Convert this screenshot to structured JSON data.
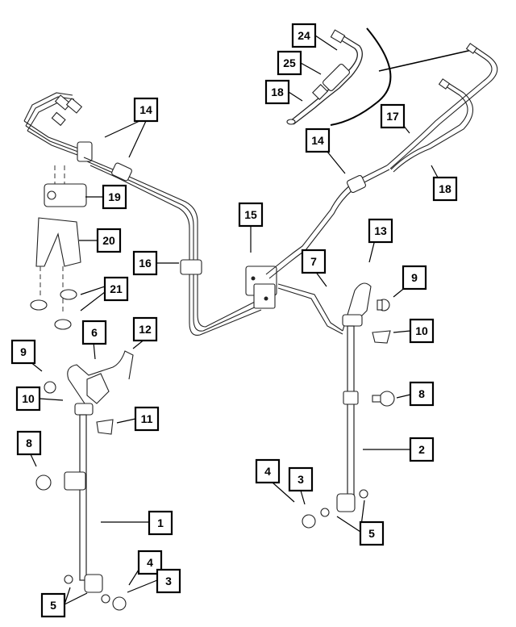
{
  "callouts": [
    {
      "label": "24"
    },
    {
      "label": "25"
    },
    {
      "label": "18"
    },
    {
      "label": "14"
    },
    {
      "label": "17"
    },
    {
      "label": "14"
    },
    {
      "label": "18"
    },
    {
      "label": "19"
    },
    {
      "label": "15"
    },
    {
      "label": "13"
    },
    {
      "label": "20"
    },
    {
      "label": "16"
    },
    {
      "label": "7"
    },
    {
      "label": "9"
    },
    {
      "label": "21"
    },
    {
      "label": "6"
    },
    {
      "label": "12"
    },
    {
      "label": "10"
    },
    {
      "label": "9"
    },
    {
      "label": "8"
    },
    {
      "label": "10"
    },
    {
      "label": "11"
    },
    {
      "label": "2"
    },
    {
      "label": "8"
    },
    {
      "label": "4"
    },
    {
      "label": "3"
    },
    {
      "label": "5"
    },
    {
      "label": "1"
    },
    {
      "label": "4"
    },
    {
      "label": "3"
    },
    {
      "label": "5"
    }
  ],
  "colors": {
    "line": "#222222",
    "background": "#ffffff"
  }
}
